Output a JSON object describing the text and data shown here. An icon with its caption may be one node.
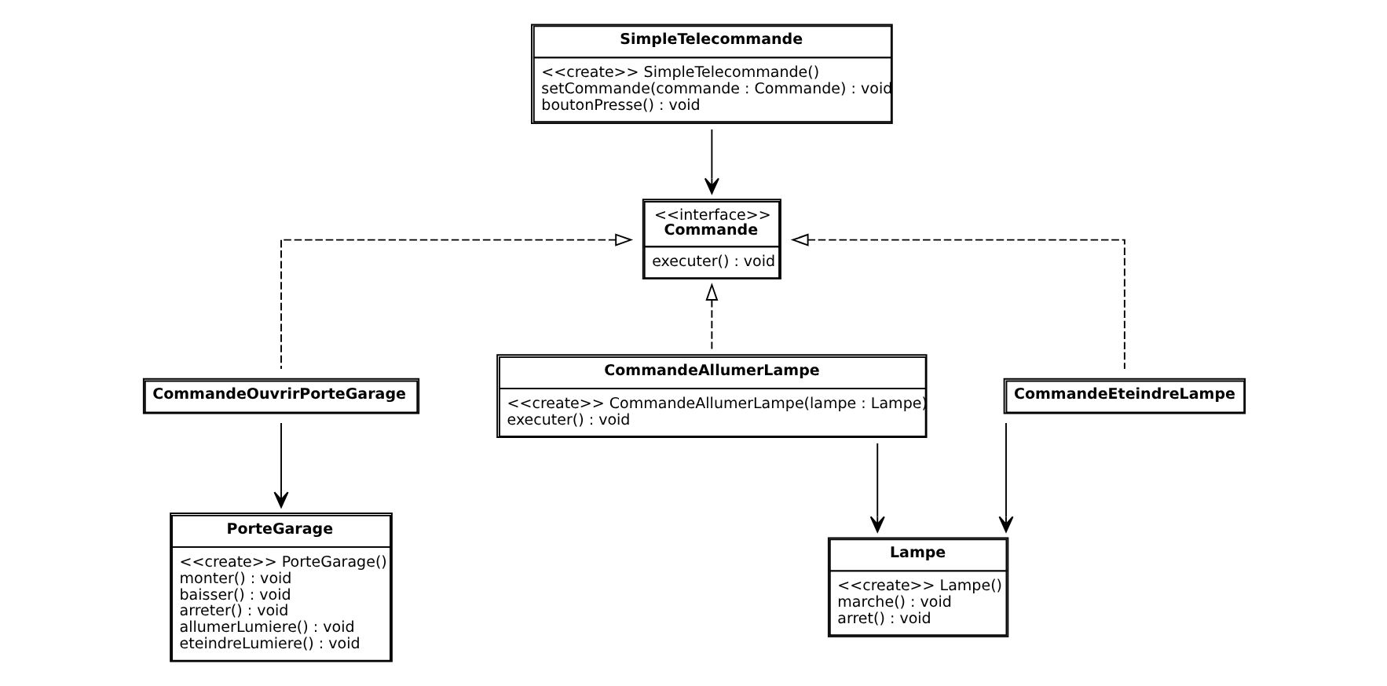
{
  "diagram": {
    "nodes": [
      {
        "text": [
          "SimpleTelecommande",
          "<<create>> SimpleTelecommande()",
          "setCommande(commande : Commande) : void",
          "boutonPresse() : void"
        ]
      },
      {
        "text": [
          "<<interface>>",
          "Commande",
          "executer() : void"
        ]
      },
      {
        "text": [
          "CommandeOuvrirPorteGarage"
        ]
      },
      {
        "text": [
          "CommandeAllumerLampe",
          "<<create>> CommandeAllumerLampe(lampe : Lampe)",
          "executer() : void"
        ]
      },
      {
        "text": [
          "CommandeEteindreLampe"
        ]
      },
      {
        "text": [
          "PorteGarage",
          "<<create>> PorteGarage()",
          "monter() : void",
          "baisser() : void",
          "arreter() : void",
          "allumerLumiere() : void",
          "eteindreLumiere() : void"
        ]
      },
      {
        "text": [
          "Lampe",
          "<<create>> Lampe()",
          "marche() : void",
          "arret() : void"
        ]
      }
    ],
    "edges": [
      {
        "from": 0,
        "to": 1,
        "arrow": "to"
      },
      {
        "from": 2,
        "to": 1,
        "arrow": "to",
        "style": "dashed"
      },
      {
        "from": 3,
        "to": 1,
        "arrow": "to",
        "style": "dashed"
      },
      {
        "from": 4,
        "to": 1,
        "arrow": "to",
        "style": "dashed"
      },
      {
        "from": 2,
        "to": 5,
        "arrow": "to"
      },
      {
        "from": 3,
        "to": 6,
        "arrow": "to"
      },
      {
        "from": 4,
        "to": 6,
        "arrow": "to"
      }
    ]
  }
}
